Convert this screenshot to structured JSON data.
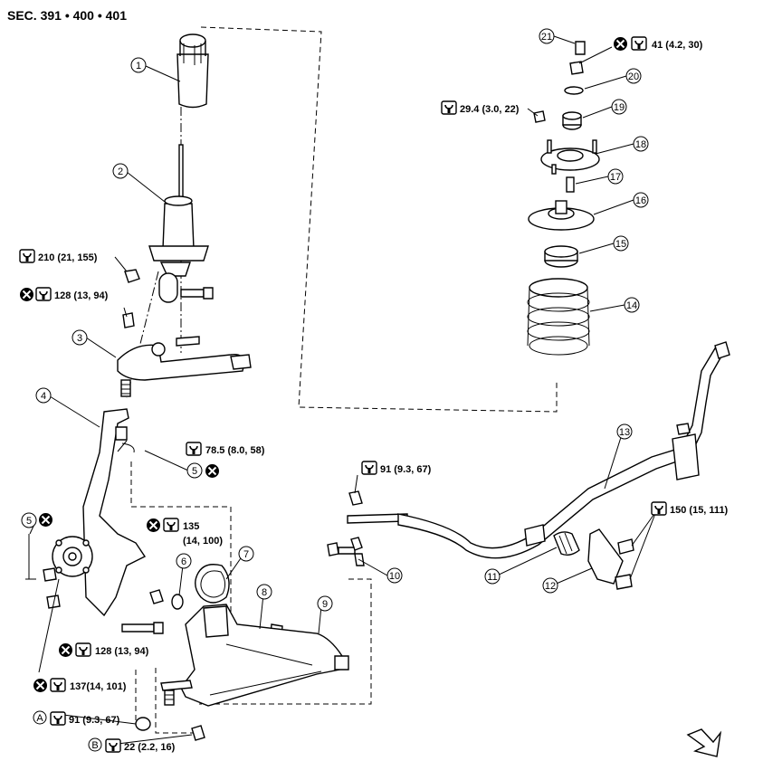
{
  "title": "SEC. 391 • 400 • 401",
  "callouts": [
    "1",
    "2",
    "3",
    "4",
    "5",
    "5",
    "6",
    "7",
    "8",
    "9",
    "10",
    "11",
    "12",
    "13",
    "14",
    "15",
    "16",
    "17",
    "18",
    "19",
    "20",
    "21"
  ],
  "torques": {
    "t41": "41 (4.2, 30)",
    "t29": "29.4 (3.0, 22)",
    "t210": "210 (21, 155)",
    "t128a": "128 (13, 94)",
    "t78": "78.5 (8.0, 58)",
    "t91a": "91 (9.3, 67)",
    "t135a": "135",
    "t135b": "(14, 100)",
    "t150": "150 (15, 111)",
    "t128b": "128 (13, 94)",
    "t137": "137(14, 101)",
    "t91b": "91 (9.3, 67)",
    "t22": "22 (2.2, 16)"
  },
  "letters": {
    "a": "A",
    "b": "B"
  },
  "icons": [
    "torque-wrench-icon",
    "do-not-reuse-icon",
    "front-arrow-icon"
  ]
}
